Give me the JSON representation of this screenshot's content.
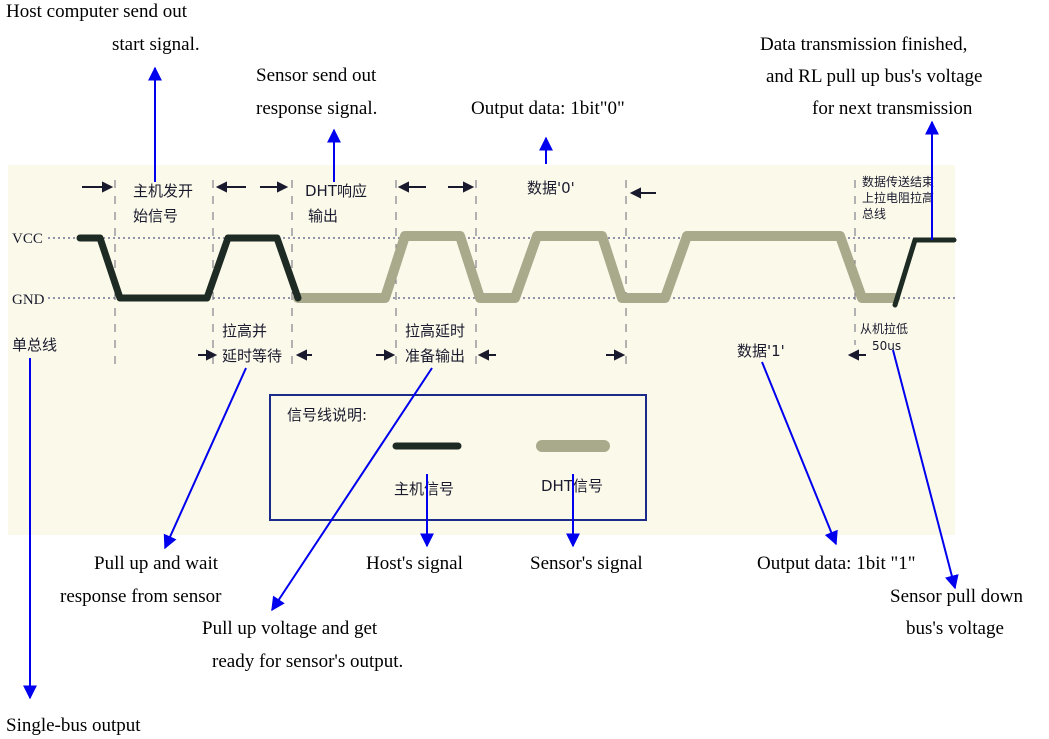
{
  "colors": {
    "panel_bg": "#fbfaea",
    "host_signal": "#1e2b24",
    "sensor_signal": "#a9a98c",
    "arrow_blue": "#0000ee",
    "legend_border": "#1c2a8a"
  },
  "levels": {
    "vcc": "VCC",
    "gnd": "GND",
    "bus": "单总线"
  },
  "phases": {
    "host_start_line1": "主机发开",
    "host_start_line2": "始信号",
    "pullup_wait_line1": "拉高并",
    "pullup_wait_line2": "延时等待",
    "dht_response_line1": "DHT响应",
    "dht_response_line2": "输出",
    "pullup_ready_line1": "拉高延时",
    "pullup_ready_line2": "准备输出",
    "data0": "数据'0'",
    "data1": "数据'1'",
    "end_line1": "数据传送结束",
    "end_line2": "上拉电阻拉高",
    "end_line3": "总线",
    "slave_pull_low": "从机拉低",
    "time_50us": "50us"
  },
  "legend": {
    "title": "信号线说明:",
    "host_label": "主机信号",
    "dht_label": "DHT信号"
  },
  "annotations": {
    "host_start_line1": "Host computer send out",
    "host_start_line2": "start signal.",
    "sensor_response_line1": "Sensor send out",
    "sensor_response_line2": "response signal.",
    "output0": "Output data: 1bit\"0\"",
    "finish_line1": "Data transmission finished,",
    "finish_line2": "and RL pull up bus's voltage",
    "finish_line3": "for next transmission",
    "wait_line1": "Pull up and wait",
    "wait_line2": "response from sensor",
    "ready_line1": "Pull up voltage and get",
    "ready_line2": "ready for sensor's output.",
    "host_signal": "Host's signal",
    "sensor_signal": "Sensor's signal",
    "output1": "Output data: 1bit \"1\"",
    "pull_down_line1": "Sensor pull down",
    "pull_down_line2": "bus's voltage",
    "single_bus": "Single-bus output"
  }
}
